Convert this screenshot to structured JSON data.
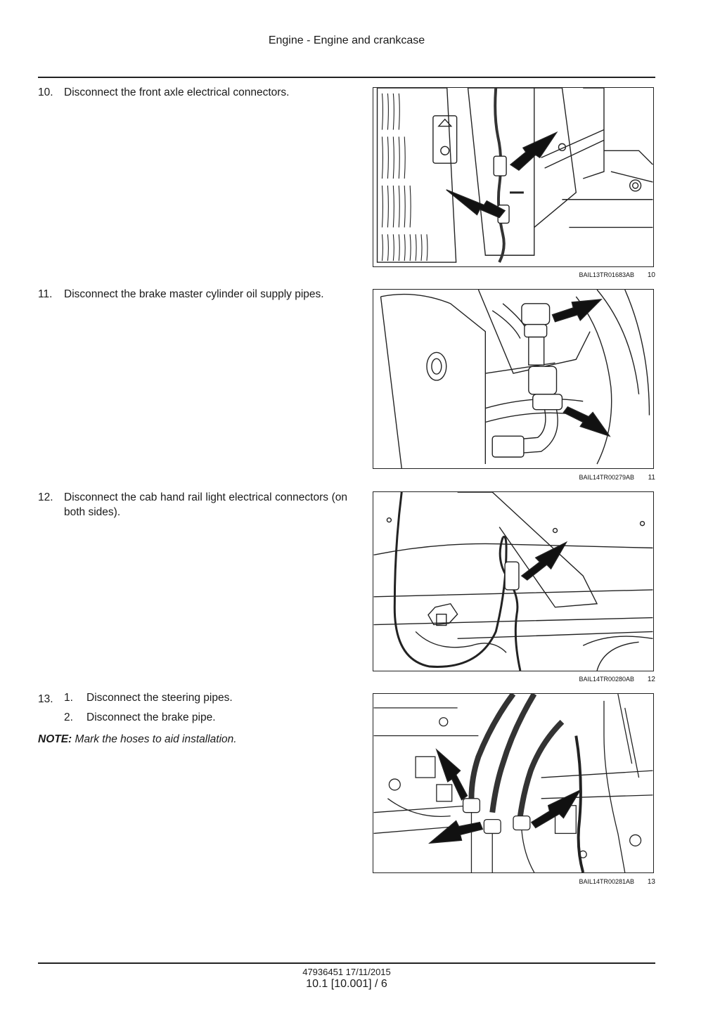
{
  "header": {
    "title": "Engine - Engine and crankcase"
  },
  "steps": [
    {
      "number": "10.",
      "text": "Disconnect the front axle electrical connectors."
    },
    {
      "number": "11.",
      "text": "Disconnect the brake master cylinder oil supply pipes."
    },
    {
      "number": "12.",
      "text": "Disconnect the cab hand rail light electrical connectors (on both sides)."
    },
    {
      "number": "13.",
      "substeps": [
        {
          "number": "1.",
          "text": "Disconnect the steering pipes."
        },
        {
          "number": "2.",
          "text": "Disconnect the brake pipe."
        }
      ],
      "note_label": "NOTE:",
      "note_text": "Mark the hoses to aid installation."
    }
  ],
  "figures": [
    {
      "code": "BAIL13TR01683AB",
      "number": "10"
    },
    {
      "code": "BAIL14TR00279AB",
      "number": "11"
    },
    {
      "code": "BAIL14TR00280AB",
      "number": "12"
    },
    {
      "code": "BAIL14TR00281AB",
      "number": "13"
    }
  ],
  "footer": {
    "doc_ref": "47936451 17/11/2015",
    "page": "10.1 [10.001] / 6"
  }
}
